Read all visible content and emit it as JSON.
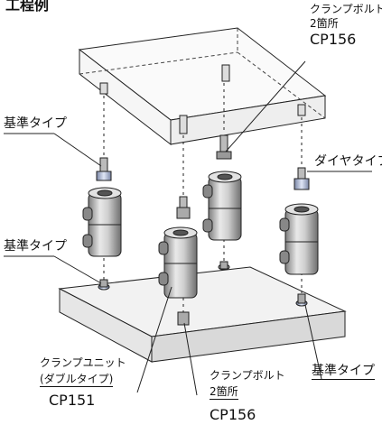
{
  "title": "工程例",
  "labels": {
    "clamp_bolt_top": "クランプボルト",
    "clamp_bolt_top_qty": "2箇所",
    "clamp_bolt_top_code": "CP156",
    "std_type_top": "基準タイプ",
    "diamond_type": "ダイヤタイプ",
    "std_type_left": "基準タイプ",
    "clamp_unit": "クランプユニット",
    "clamp_unit_sub": "(ダブルタイプ)",
    "clamp_unit_code": "CP151",
    "clamp_bolt_bottom": "クランプボルト",
    "clamp_bolt_bottom_qty": "2箇所",
    "clamp_bolt_bottom_code": "CP156",
    "std_type_bottom": "基準タイプ"
  },
  "colors": {
    "line": "#222222",
    "plate_top": "#f1f1f1",
    "plate_side": "#dcdcdc",
    "part_light": "#e6e6e6",
    "part_dark": "#9a9a9a",
    "pin_blue": "#b9c6e6"
  }
}
